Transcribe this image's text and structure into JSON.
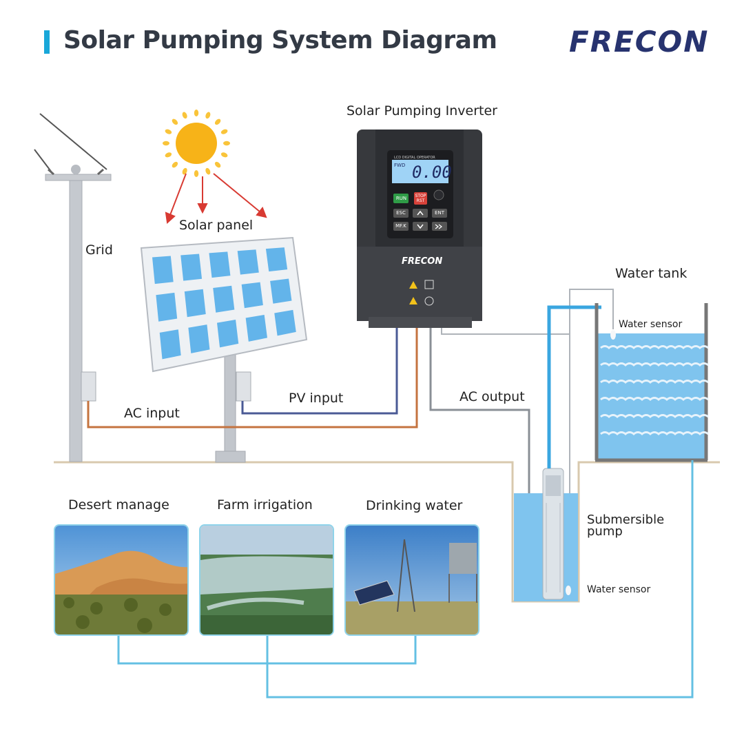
{
  "header": {
    "title": "Solar Pumping System Diagram",
    "brand": "FRECON"
  },
  "labels": {
    "grid": "Grid",
    "solar_panel": "Solar panel",
    "inverter": "Solar Pumping Inverter",
    "pv_input": "PV input",
    "ac_input": "AC input",
    "ac_output": "AC output",
    "water_tank": "Water tank",
    "water_sensor_top": "Water sensor",
    "water_sensor_bottom": "Water sensor",
    "submersible_pump": "Submersible\npump"
  },
  "inverter_panel": {
    "brand": "FRECON",
    "display_value": "0.00",
    "display_mode": "FWD",
    "keys": [
      "RUN",
      "STOP RST",
      "ESC",
      "ENT",
      "MF.K"
    ]
  },
  "applications": [
    {
      "label": "Desert manage"
    },
    {
      "label": "Farm irrigation"
    },
    {
      "label": "Drinking water"
    }
  ],
  "colors": {
    "accent": "#19a7d9",
    "brand": "#27336f",
    "pv_line": "#4a5a95",
    "ac_input_line": "#c4733f",
    "ac_output_line": "#8a8f96",
    "water": "#7fc4ee",
    "pipe": "#3aa6e0"
  }
}
